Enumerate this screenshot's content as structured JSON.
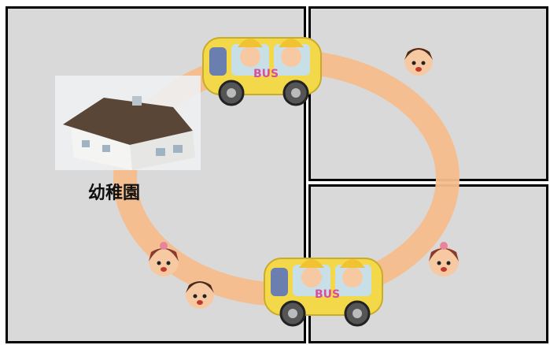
{
  "diagram": {
    "panels": [
      "left-panel",
      "top-right-panel",
      "bottom-right-panel"
    ],
    "school_label": "幼稚園",
    "bus_text": "BUS",
    "route_color": "#f6bd8c",
    "panel_color": "#d9d9d9",
    "bus_color": "#f3d84a",
    "icons": [
      "house-icon",
      "school-bus-icon",
      "boy-icon",
      "girl-icon"
    ]
  }
}
